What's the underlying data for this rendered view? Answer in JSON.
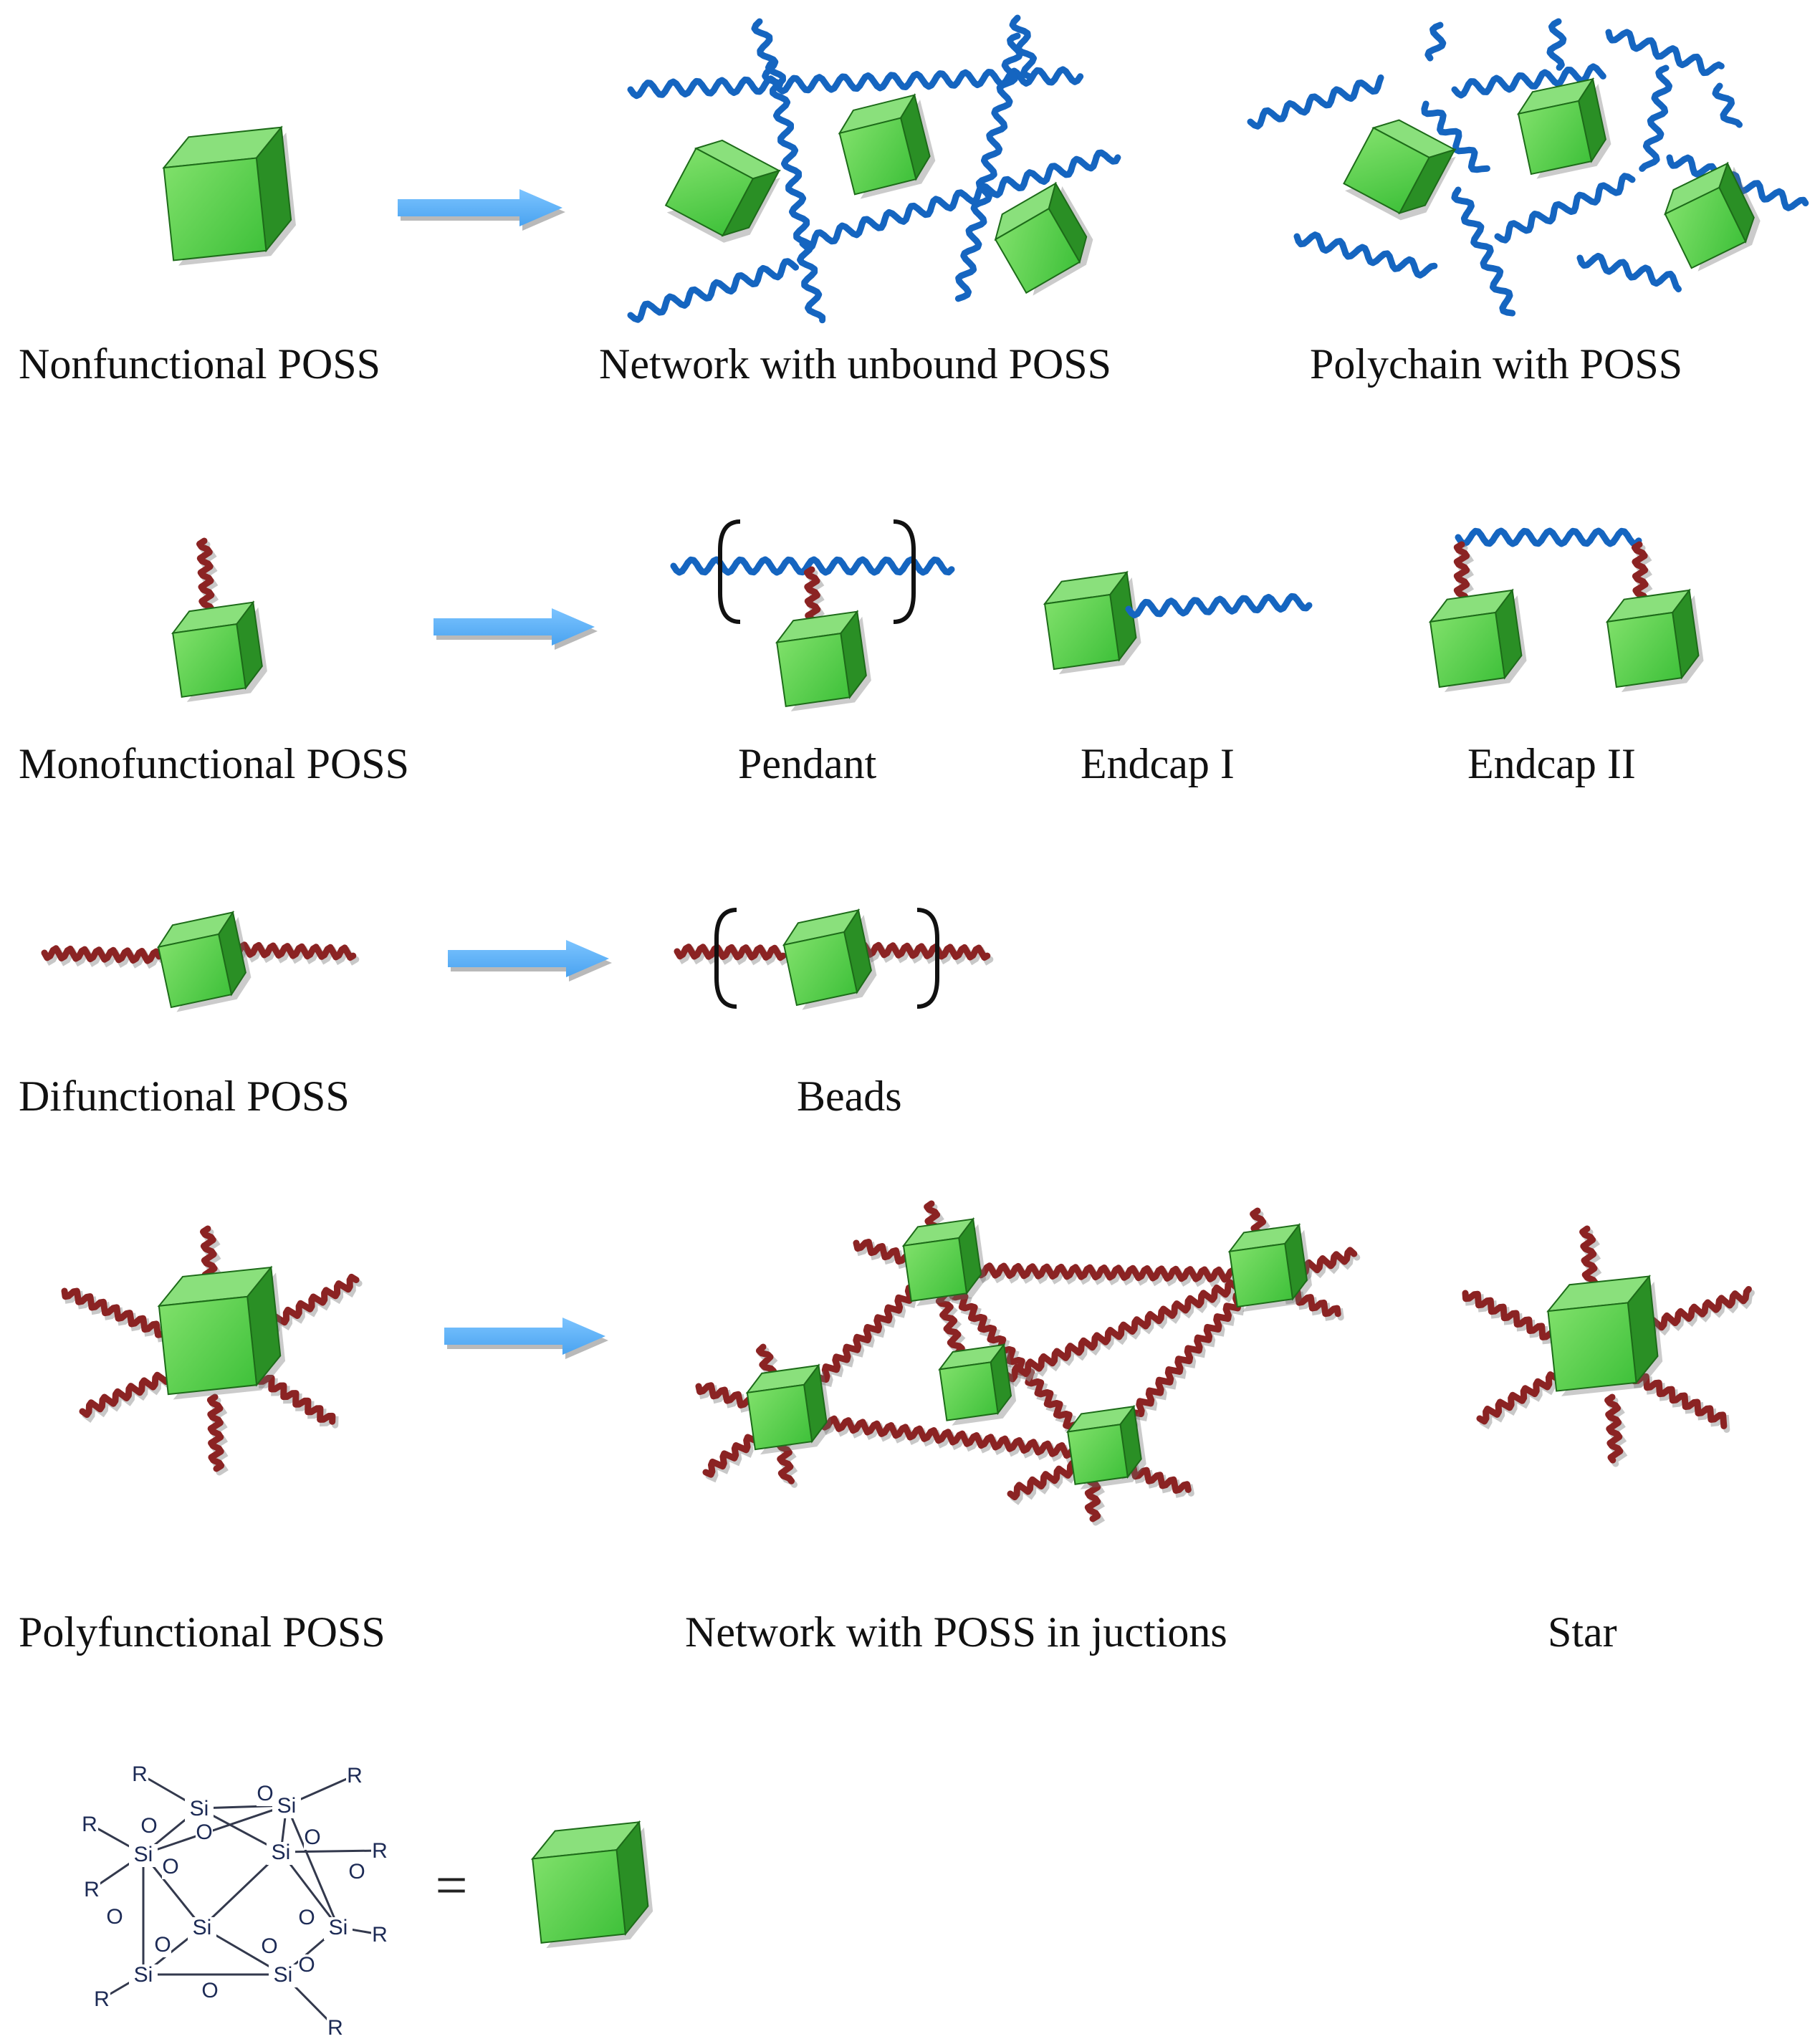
{
  "rows": [
    {
      "source_label": "Nonfunctional POSS",
      "products": [
        "Network with unbound POSS",
        "Polychain with POSS"
      ]
    },
    {
      "source_label": "Monofunctional POSS",
      "products": [
        "Pendant",
        "Endcap I",
        "Endcap II"
      ]
    },
    {
      "source_label": "Difunctional POSS",
      "products": [
        "Beads"
      ]
    },
    {
      "source_label": "Polyfunctional POSS",
      "products": [
        "Network with POSS in juctions",
        "Star"
      ]
    }
  ],
  "legend": {
    "atoms": {
      "silicon": "Si",
      "oxygen": "O",
      "substituent": "R"
    },
    "equals": "="
  },
  "colors": {
    "cube_front": "#3fc13a",
    "cube_top": "#8ae07c",
    "cube_side": "#2a8f25",
    "cube_edge": "#1d6b19",
    "polymer_chain": "#1565c0",
    "functional_arm": "#8b2323",
    "arrow": "#4aa3f0"
  }
}
